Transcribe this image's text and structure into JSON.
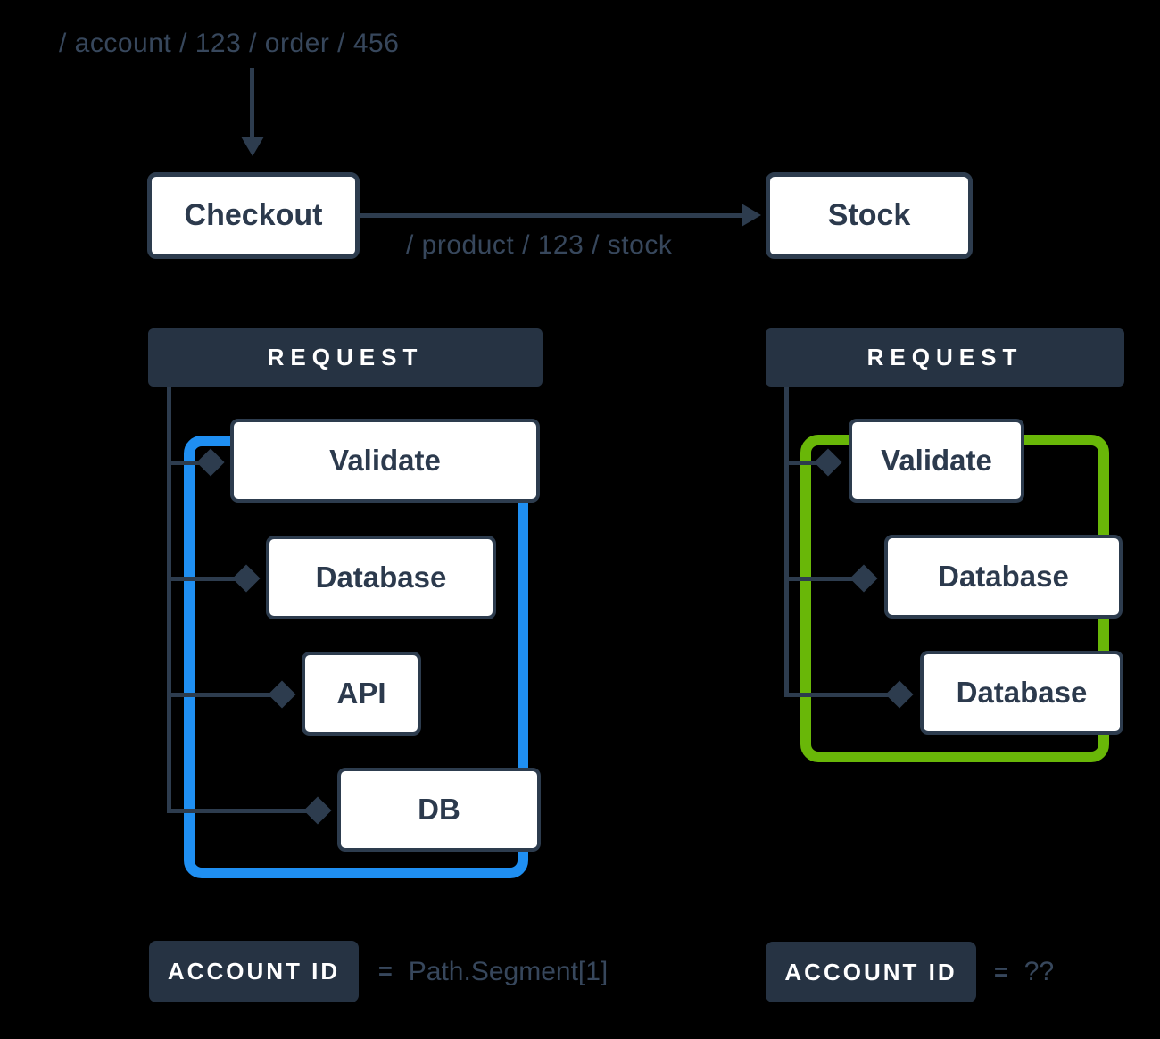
{
  "colors": {
    "background": "#000000",
    "panel": "#263343",
    "line": "#2d3c4e",
    "muted_text": "#37475c",
    "box_text": "#2c3a4d",
    "white": "#ffffff",
    "trace_left_accent": "#1f8ff2",
    "trace_right_accent": "#69b708"
  },
  "top_flow": {
    "incoming_path": "/ account / 123 / order / 456",
    "checkout": "Checkout",
    "outgoing_path": "/ product / 123 / stock",
    "stock": "Stock"
  },
  "left_trace": {
    "header": "REQUEST",
    "spans": [
      "Validate",
      "Database",
      "API",
      "DB"
    ],
    "footer_label": "ACCOUNT ID",
    "equals": "=",
    "footer_value": "Path.Segment[1]"
  },
  "right_trace": {
    "header": "REQUEST",
    "spans": [
      "Validate",
      "Database",
      "Database"
    ],
    "footer_label": "ACCOUNT ID",
    "equals": "=",
    "footer_value": "??"
  }
}
